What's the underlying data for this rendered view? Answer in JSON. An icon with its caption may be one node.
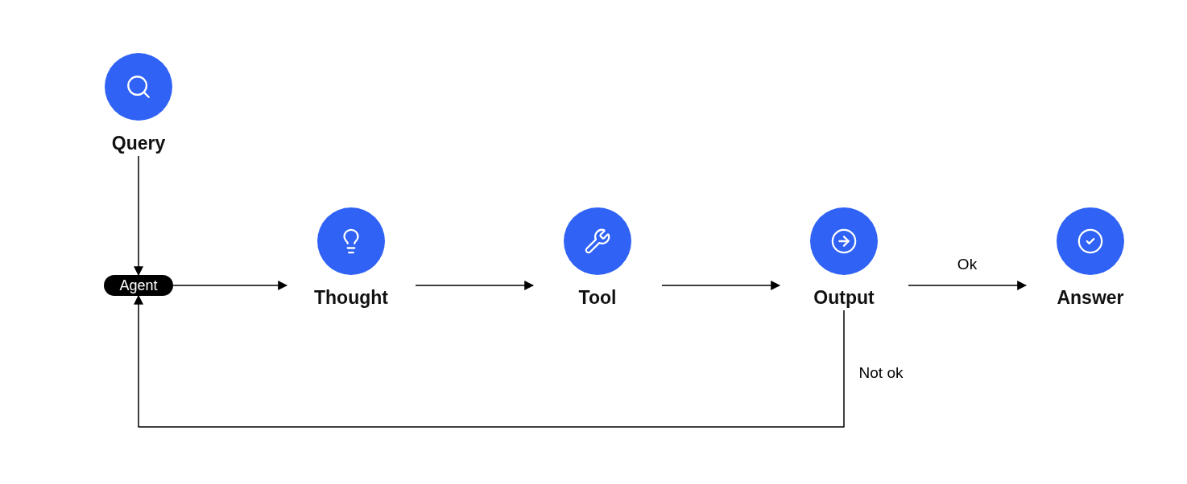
{
  "diagram": {
    "nodes": [
      {
        "text": [
          "Query"
        ]
      },
      {
        "text": [
          "Agent"
        ]
      },
      {
        "text": [
          "Thought"
        ]
      },
      {
        "text": [
          "Tool"
        ]
      },
      {
        "text": [
          "Output"
        ]
      },
      {
        "text": [
          "Answer"
        ]
      }
    ],
    "edges": [
      {
        "from": 0,
        "to": 1,
        "arrow": "to"
      },
      {
        "from": 1,
        "to": 2,
        "arrow": "to"
      },
      {
        "from": 2,
        "to": 3,
        "arrow": "to"
      },
      {
        "from": 3,
        "to": 4,
        "arrow": "to"
      },
      {
        "from": 4,
        "to": 5,
        "arrow": "to",
        "label": "Ok"
      },
      {
        "from": 4,
        "to": 1,
        "arrow": "to",
        "label": "Not ok"
      }
    ]
  }
}
